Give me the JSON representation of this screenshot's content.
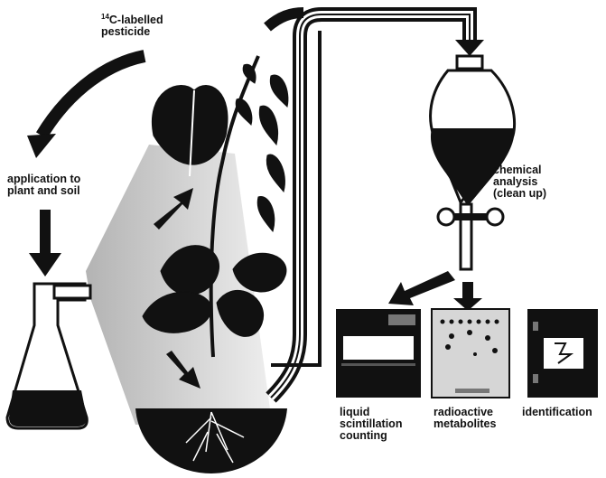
{
  "labels": {
    "pesticide": {
      "superscript": "14",
      "line1": "C-labelled",
      "line2": "pesticide"
    },
    "application": {
      "line1": "application to",
      "line2": "plant and soil"
    },
    "analysis": {
      "line1": "chemical",
      "line2": "analysis",
      "line3": "(clean up)"
    },
    "counting": {
      "line1": "liquid",
      "line2": "scintillation",
      "line3": "counting"
    },
    "metabolites": {
      "line1": "radioactive",
      "line2": "metabolites"
    },
    "identification": {
      "line1": "identification"
    }
  },
  "colors": {
    "ink": "#111111",
    "paper": "#ffffff",
    "panel_gray": "#cfcfcf"
  }
}
